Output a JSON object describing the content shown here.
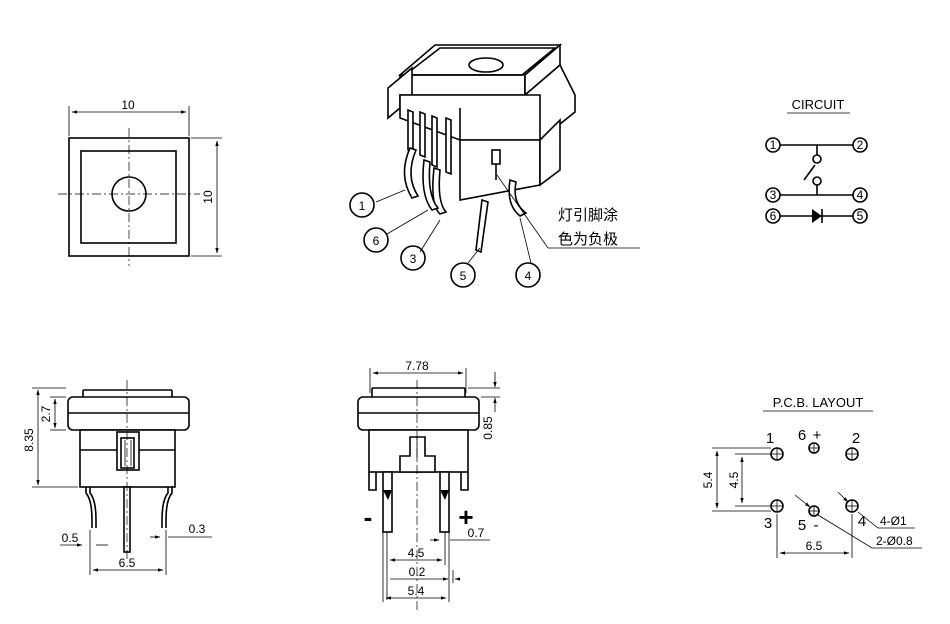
{
  "top_view": {
    "width": "10",
    "height": "10"
  },
  "iso_view": {
    "pins": [
      "1",
      "6",
      "3",
      "5",
      "4"
    ],
    "note_line1": "灯引脚涂",
    "note_line2": "色为负极"
  },
  "circuit": {
    "title": "CIRCUIT",
    "nodes": [
      "1",
      "2",
      "3",
      "4",
      "6",
      "5"
    ]
  },
  "side_view": {
    "height": "8.35",
    "cap": "2.7",
    "pin_w": "0.5",
    "pin_t": "0.3",
    "pitch": "6.5"
  },
  "front_view": {
    "width": "7.78",
    "cap_gap": "0.85",
    "minus": "-",
    "plus": "+",
    "led_pin": "0.7",
    "pitch": "4.5",
    "d1": "0.2",
    "d2": "5.4"
  },
  "pcb": {
    "title": "P.C.B. LAYOUT",
    "l1": "1",
    "l6": "6",
    "l6s": "+",
    "l2": "2",
    "l3": "3",
    "l5": "5",
    "l5s": "-",
    "l4": "4",
    "d54": "5.4",
    "d45": "4.5",
    "d65": "6.5",
    "hole1": "4-Ø1",
    "hole2": "2-Ø0.8"
  }
}
